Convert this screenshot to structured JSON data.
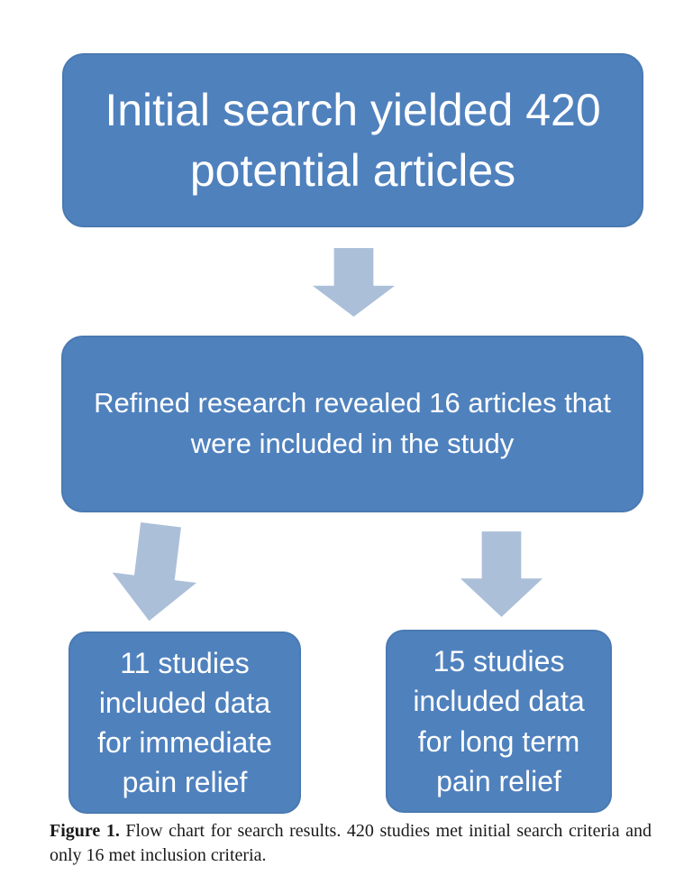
{
  "figure": {
    "boxes": {
      "initial": {
        "text": "Initial search yielded 420 potential articles"
      },
      "refined": {
        "text": "Refined research revealed 16 articles that were included in the study"
      },
      "immediate": {
        "text": "11 studies included data for immediate pain relief"
      },
      "longterm": {
        "text": "15 studies included data for long term pain relief"
      }
    },
    "colors": {
      "box_fill": "#4f81bd",
      "box_border": "#4a7ab2",
      "box_text": "#ffffff",
      "arrow_fill": "#abbfd9"
    }
  },
  "caption": {
    "label": "Figure 1.",
    "text": " Flow chart for search results. 420 studies met initial search criteria and only 16 met inclusion criteria."
  }
}
